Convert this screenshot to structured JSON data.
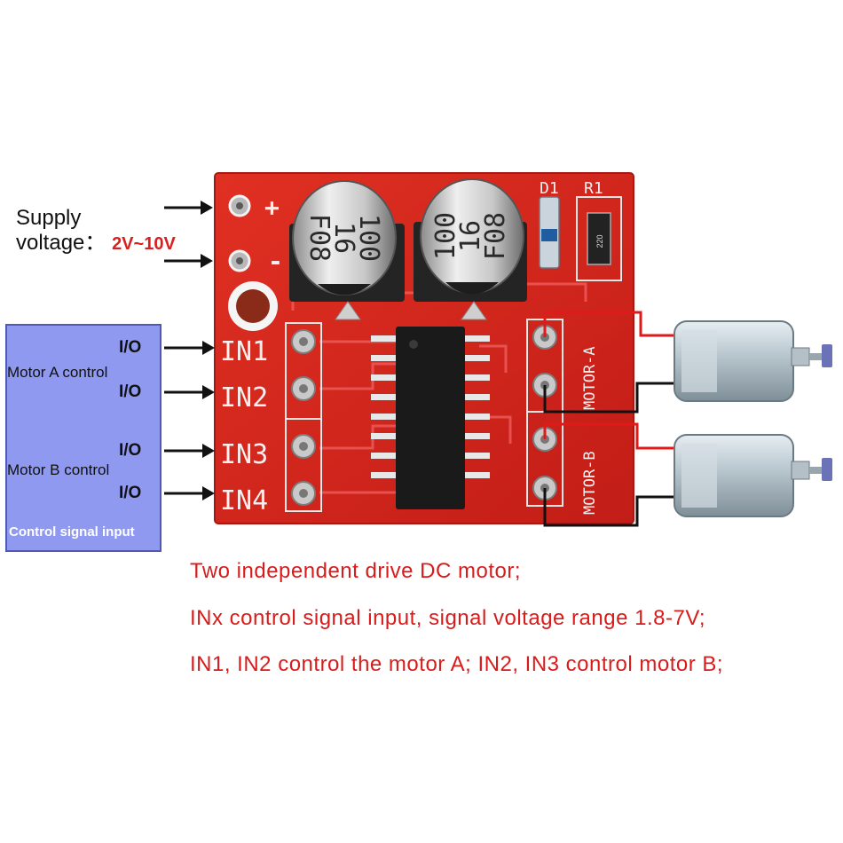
{
  "supply": {
    "label_line1": "Supply",
    "label_line2": "voltage：",
    "range": "2V~10V"
  },
  "board": {
    "plus_label": "+",
    "minus_label": "-",
    "in1": "IN1",
    "in2": "IN2",
    "in3": "IN3",
    "in4": "IN4",
    "motor_a": "MOTOR-A",
    "motor_b": "MOTOR-B",
    "d1": "D1",
    "r1": "R1",
    "cap_left": [
      "100",
      "16",
      "F08"
    ],
    "cap_right": [
      "100",
      "16",
      "F08"
    ],
    "resistor_code": "220"
  },
  "control": {
    "io1": "I/O",
    "io2": "I/O",
    "io3": "I/O",
    "io4": "I/O",
    "motor_a_control": "Motor A control",
    "motor_b_control": "Motor B control",
    "footer": "Control signal input"
  },
  "notes": {
    "line1": "Two independent drive DC motor;",
    "line2": "INx control signal input, signal voltage range 1.8-7V;",
    "line3": "IN1, IN2 control the motor A; IN2, IN3 control motor B;"
  },
  "colors": {
    "board_red": "#d8261e",
    "box_blue": "#8f99f0",
    "note_red": "#d81c1c",
    "wire_red": "#e01a1a"
  }
}
